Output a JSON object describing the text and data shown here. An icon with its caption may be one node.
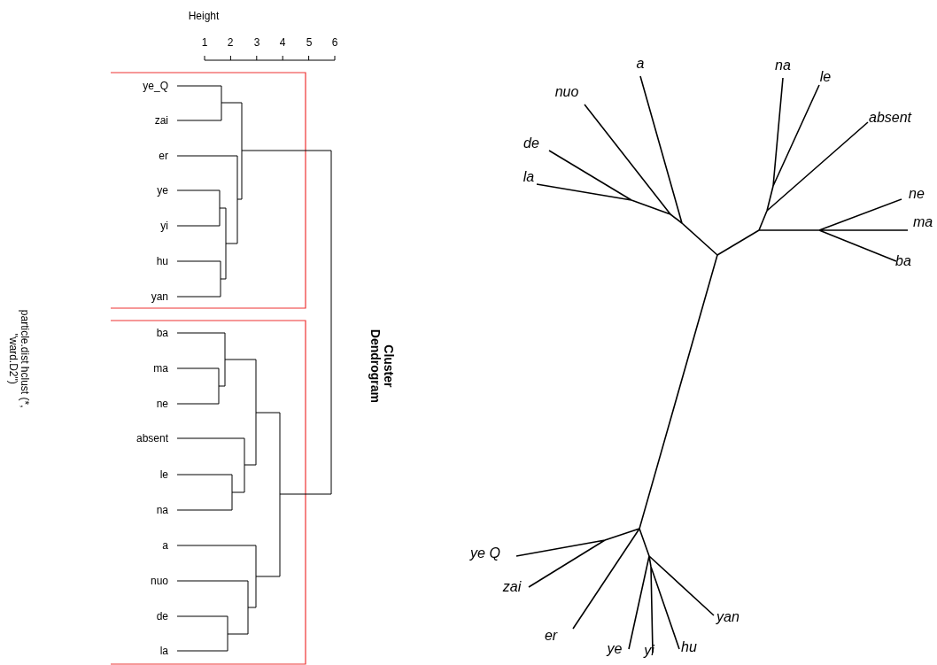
{
  "diagram": {
    "title": "Cluster Dendrogram",
    "caption": "particle.dist hclust (*, \"ward.D2\")",
    "labels": [
      "Height",
      "1",
      "2",
      "3",
      "4",
      "5",
      "6",
      "ye_Q",
      "zai",
      "er",
      "ye",
      "yi",
      "hu",
      "yan",
      "ba",
      "ma",
      "ne",
      "absent",
      "le",
      "na",
      "a",
      "nuo",
      "de",
      "la",
      "a",
      "na",
      "le",
      "nuo",
      "absent",
      "de",
      "la",
      "ne",
      "ma",
      "ba",
      "ye Q",
      "zai",
      "yan",
      "er",
      "ye",
      "yi",
      "hu"
    ]
  }
}
